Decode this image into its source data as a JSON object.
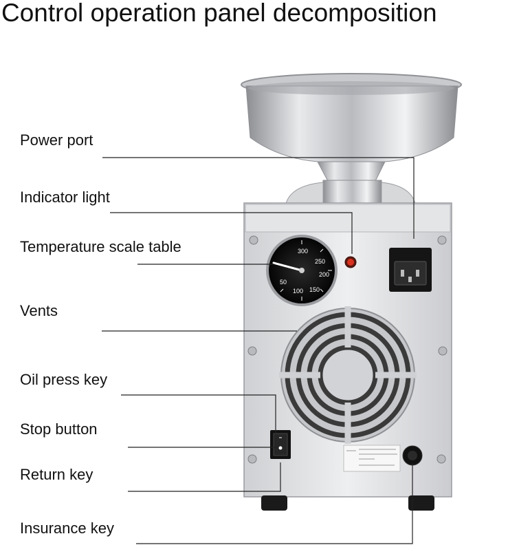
{
  "title": "Control operation panel decomposition",
  "labels": {
    "power_port": "Power port",
    "indicator_light": "Indicator light",
    "temperature_scale_table": "Temperature scale table",
    "vents": "Vents",
    "oil_press_key": "Oil press key",
    "stop_button": "Stop button",
    "return_key": "Return key",
    "insurance_key": "Insurance key"
  },
  "dial_ticks": [
    "300",
    "250",
    "200",
    "150",
    "100",
    "50"
  ],
  "colors": {
    "steel_light": "#e6e7e9",
    "steel_dark": "#9a9ca0",
    "panel": "#dcdde0",
    "dial": "#111111",
    "indicator": "#d9321f",
    "leader_line": "#222222"
  }
}
